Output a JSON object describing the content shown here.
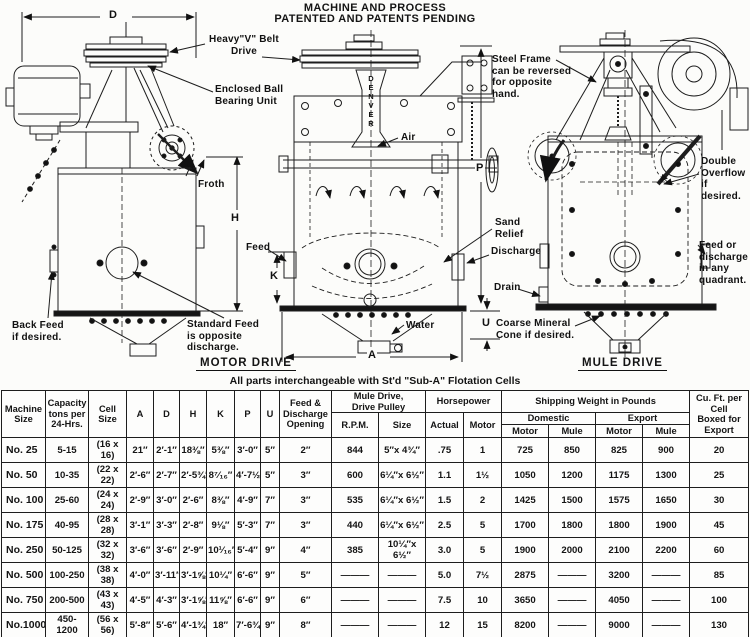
{
  "page_title": {
    "line1": "MACHINE AND PROCESS",
    "line2": "PATENTED AND PATENTS PENDING"
  },
  "diagram": {
    "headings": {
      "motor_drive": "MOTOR DRIVE",
      "mule_drive": "MULE DRIVE",
      "note": "All parts interchangeable with St'd \"Sub-A\" Flotation Cells"
    },
    "labels": {
      "dim_d": "D",
      "dim_h": "H",
      "dim_k": "K",
      "dim_p": "P",
      "dim_u": "U",
      "dim_a": "A",
      "heavy_v_belt": "Heavy\"V\" Belt\nDrive",
      "enclosed_ball": "Enclosed Ball\nBearing Unit",
      "froth": "Froth",
      "back_feed": "Back Feed\nif desired.",
      "standard_feed": "Standard Feed\nis opposite\ndischarge.",
      "denver": "D\nE\nN\nV\nE\nR",
      "air": "Air",
      "feed": "Feed",
      "water": "Water",
      "steel_frame": "Steel Frame\ncan be reversed\nfor opposite\nhand.",
      "double_overflow": "Double\nOverflow\nif desired.",
      "sand_relief": "Sand\nRelief",
      "discharge": "Discharge",
      "drain": "Drain",
      "coarse_mineral": "Coarse Mineral\nCone if desired.",
      "feed_or_discharge": "Feed or\ndischarge\nin any\nquadrant."
    }
  },
  "table": {
    "headers": {
      "machine_size": "Machine\nSize",
      "capacity": "Capacity\ntons per\n24-Hrs.",
      "cell_size": "Cell\nSize",
      "a": "A",
      "d": "D",
      "h": "H",
      "k": "K",
      "p": "P",
      "u": "U",
      "feed_discharge": "Feed &\nDischarge\nOpening",
      "mule_drive_pulley": "Mule Drive,\nDrive Pulley",
      "rpm": "R.P.M.",
      "size": "Size",
      "horsepower": "Horsepower",
      "actual": "Actual",
      "motor": "Motor",
      "shipping": "Shipping Weight in Pounds",
      "domestic": "Domestic",
      "export": "Export",
      "dom_motor": "Motor",
      "dom_mule": "Mule",
      "exp_motor": "Motor",
      "exp_mule": "Mule",
      "cuft": "Cu. Ft. per Cell\nBoxed for\nExport"
    },
    "rows": [
      [
        "No. 25",
        "5-15",
        "(16 x 16)",
        "21″",
        "2′-1″",
        "18⅜″",
        "5⅜″",
        "3′-0″",
        "5″",
        "2″",
        "844",
        "5″x 4¾″",
        ".75",
        "1",
        "725",
        "850",
        "825",
        "900",
        "20"
      ],
      [
        "No. 50",
        "10-35",
        "(22 x 22)",
        "2′-6″",
        "2′-7″",
        "2′-5¾″",
        "8⁷⁄₁₆″",
        "4′-7½″",
        "5″",
        "3″",
        "600",
        "6¼″x 6½″",
        "1.1",
        "1½",
        "1050",
        "1200",
        "1175",
        "1300",
        "25"
      ],
      [
        "No. 100",
        "25-60",
        "(24 x 24)",
        "2′-9″",
        "3′-0″",
        "2′-6″",
        "8⅜″",
        "4′-9″",
        "7″",
        "3″",
        "535",
        "6¼″x 6½″",
        "1.5",
        "2",
        "1425",
        "1500",
        "1575",
        "1650",
        "30"
      ],
      [
        "No. 175",
        "40-95",
        "(28 x 28)",
        "3′-1″",
        "3′-3″",
        "2′-8″",
        "9⅛″",
        "5′-3″",
        "7″",
        "3″",
        "440",
        "6¼″x 6½″",
        "2.5",
        "5",
        "1700",
        "1800",
        "1800",
        "1900",
        "45"
      ],
      [
        "No. 250",
        "50-125",
        "(32 x 32)",
        "3′-6″",
        "3′-6″",
        "2′-9″",
        "10¹⁄₁₆″",
        "5′-4″",
        "9″",
        "4″",
        "385",
        "10¼″x 6½″",
        "3.0",
        "5",
        "1900",
        "2000",
        "2100",
        "2200",
        "60"
      ],
      [
        "No. 500",
        "100-250",
        "(38 x 38)",
        "4′-0″",
        "3′-11″",
        "3′-1⅝″",
        "10¼″",
        "6′-6″",
        "9″",
        "5″",
        "———",
        "———",
        "5.0",
        "7½",
        "2875",
        "———",
        "3200",
        "———",
        "85"
      ],
      [
        "No. 750",
        "200-500",
        "(43 x 43)",
        "4′-5″",
        "4′-3″",
        "3′-1⅝″",
        "11⅝″",
        "6′-6″",
        "9″",
        "6″",
        "———",
        "———",
        "7.5",
        "10",
        "3650",
        "———",
        "4050",
        "———",
        "100"
      ],
      [
        "No.1000",
        "450-1200",
        "(56 x 56)",
        "5′-8″",
        "5′-6″",
        "4′-1¾″",
        "18″",
        "7′-6¾″",
        "9″",
        "8″",
        "———",
        "———",
        "12",
        "15",
        "8200",
        "———",
        "9000",
        "———",
        "130"
      ]
    ]
  }
}
